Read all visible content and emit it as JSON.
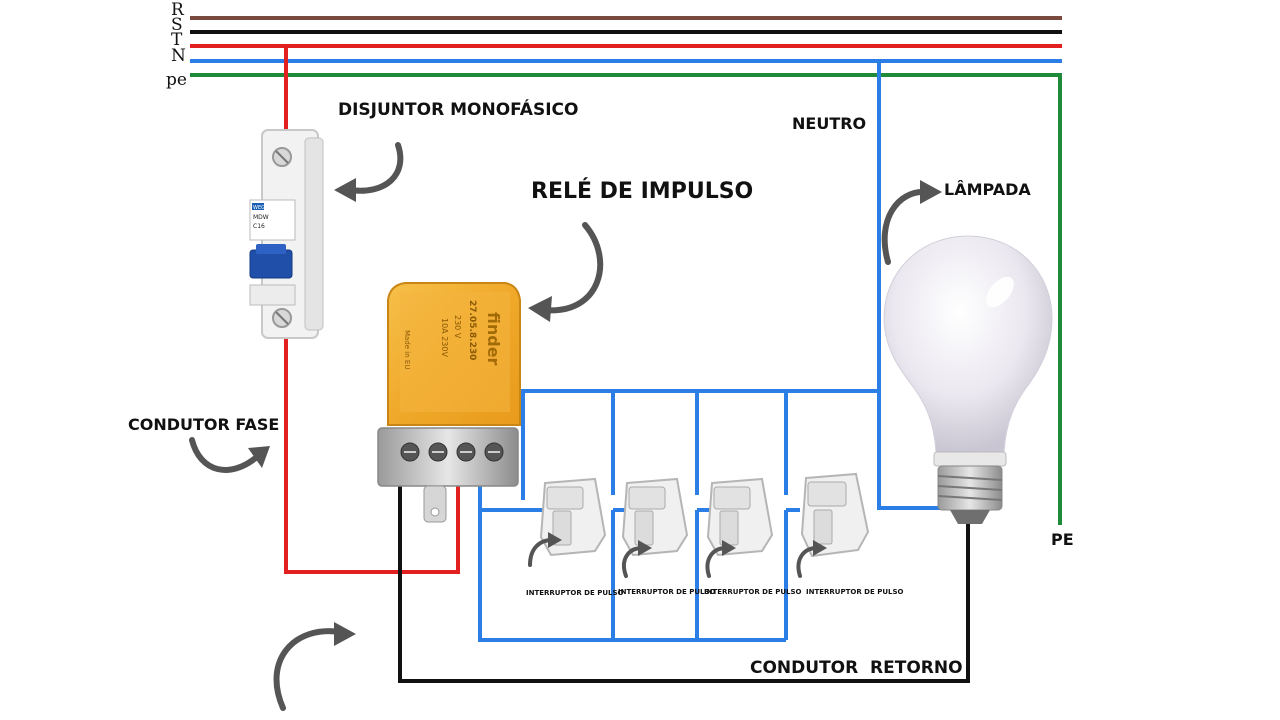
{
  "bus_labels": [
    "R",
    "S",
    "T",
    "N",
    "pe"
  ],
  "colors": {
    "R": "#7a4a3f",
    "S": "#111111",
    "T": "#e22020",
    "N": "#2a7ee6",
    "pe": "#1f8a3a",
    "arrow": "#555555"
  },
  "labels": {
    "breaker": "DISJUNTOR MONOFÁSICO",
    "relay": "RELÉ DE IMPULSO",
    "neutral": "NEUTRO",
    "lamp": "LÂMPADA",
    "phase": "CONDUTOR FASE",
    "return": "CONDUTOR  RETORNO",
    "pe": "PE"
  },
  "switch_label": "INTERRUPTOR DE PULSO",
  "switches": [
    {
      "label": "INTERRUPTOR DE PULSO"
    },
    {
      "label": "INTERRUPTOR DE PULSO"
    },
    {
      "label": "INTERRUPTOR DE PULSO"
    },
    {
      "label": "INTERRUPTOR DE PULSO"
    }
  ],
  "breaker_text": {
    "brand": "WEG",
    "model": "MDW",
    "rating": "C16"
  },
  "relay_text": {
    "brand": "finder",
    "code": "27.05.8.230",
    "voltage": "230 V",
    "contact": "10A 230V",
    "origin": "Made in EU"
  }
}
